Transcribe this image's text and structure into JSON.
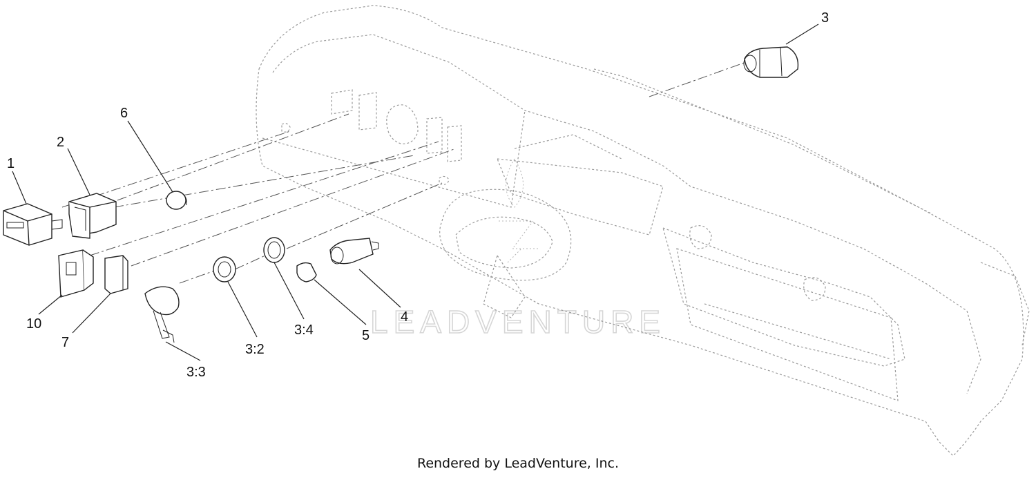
{
  "watermark": "LEADVENTURE",
  "footer": "Rendered by LeadVenture, Inc.",
  "callouts": {
    "c1": "1",
    "c2": "2",
    "c3": "3",
    "c4": "4",
    "c5": "5",
    "c6": "6",
    "c7": "7",
    "c10": "10",
    "c3_2": "3:2",
    "c3_3": "3:3",
    "c3_4": "3:4"
  }
}
